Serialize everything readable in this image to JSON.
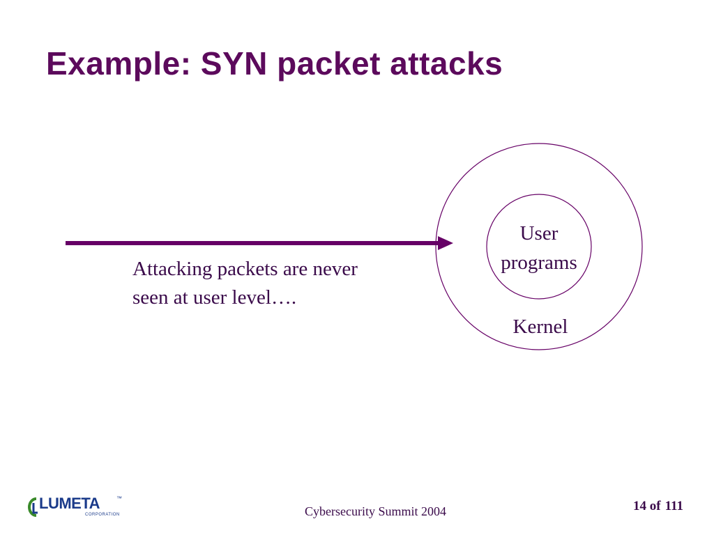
{
  "slide": {
    "title": "Example: SYN packet attacks",
    "body_lines": [
      "Attacking packets are never",
      "seen at user level…."
    ]
  },
  "diagram": {
    "inner_label_lines": [
      "User",
      "programs"
    ],
    "outer_label": "Kernel"
  },
  "footer": {
    "event": "Cybersecurity Summit 2004",
    "page_current": "14 of",
    "page_total": "111"
  },
  "logo": {
    "name": "LUMETA",
    "trademark": "™",
    "subtitle": "CORPORATION"
  },
  "colors": {
    "title": "#5c0a5c",
    "accent": "#660066",
    "text": "#3a0a4a",
    "logo_blue": "#1a3a8a",
    "logo_green": "#3a8a2a"
  }
}
